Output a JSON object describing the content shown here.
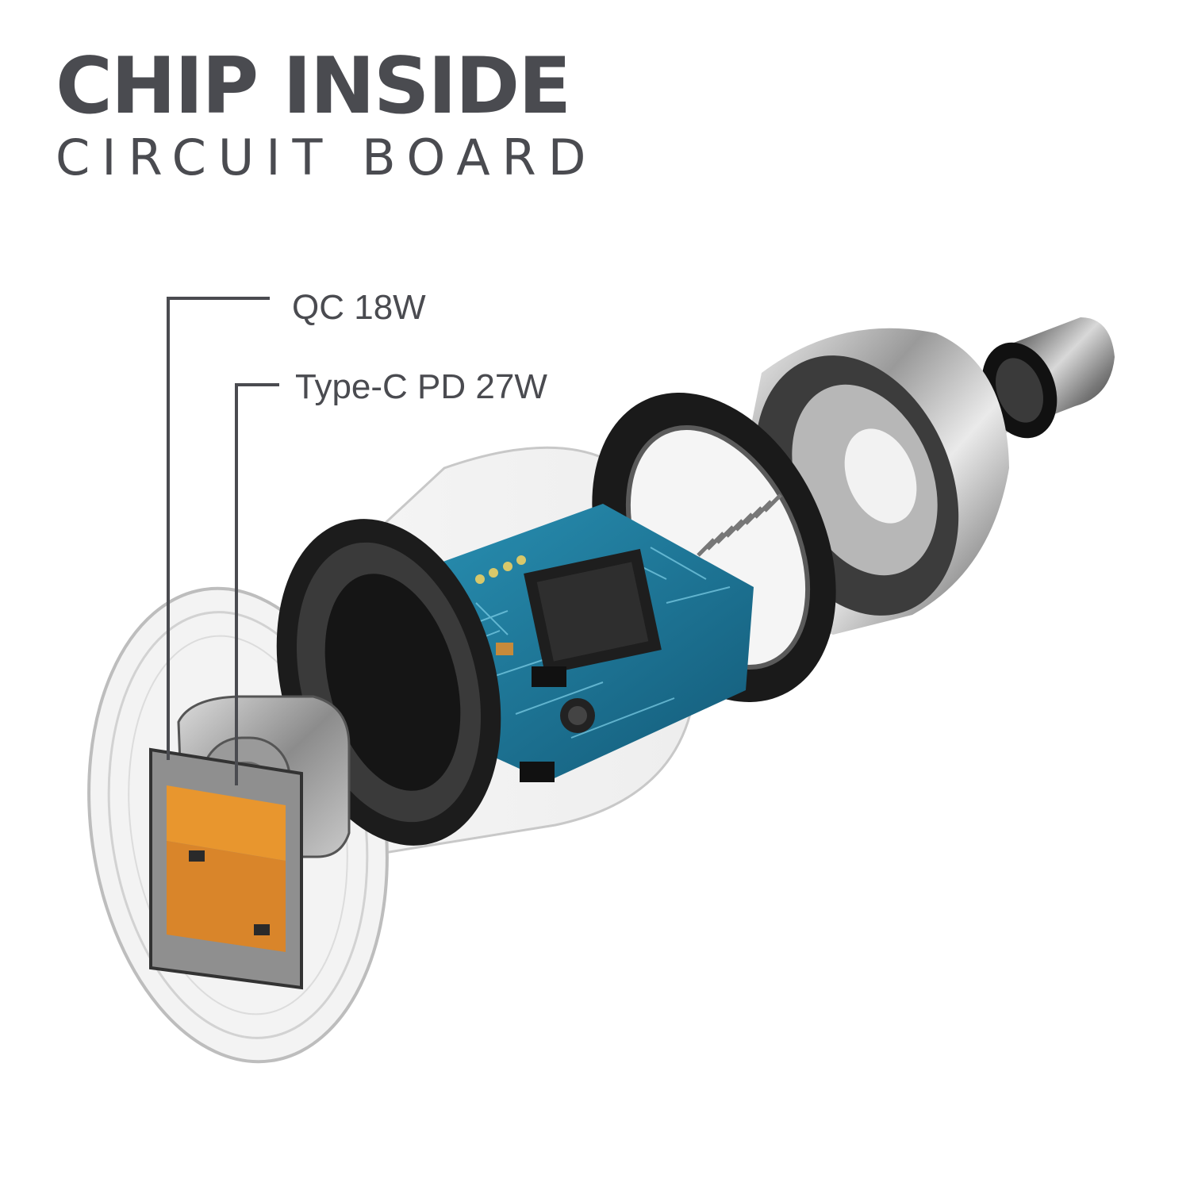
{
  "header": {
    "title": "CHIP INSIDE",
    "subtitle": "CIRCUIT BOARD"
  },
  "callouts": [
    {
      "label": "QC 18W"
    },
    {
      "label": "Type-C PD 27W"
    }
  ],
  "colors": {
    "text": "#4a4b50",
    "pcb": "#1f7fa0",
    "usb_a_insert": "#e8962e",
    "background": "#ffffff"
  },
  "icons": [
    "car-charger-exploded-illustration",
    "chip-icon",
    "spring-icon",
    "usb-a-port-icon",
    "usb-c-port-icon"
  ]
}
